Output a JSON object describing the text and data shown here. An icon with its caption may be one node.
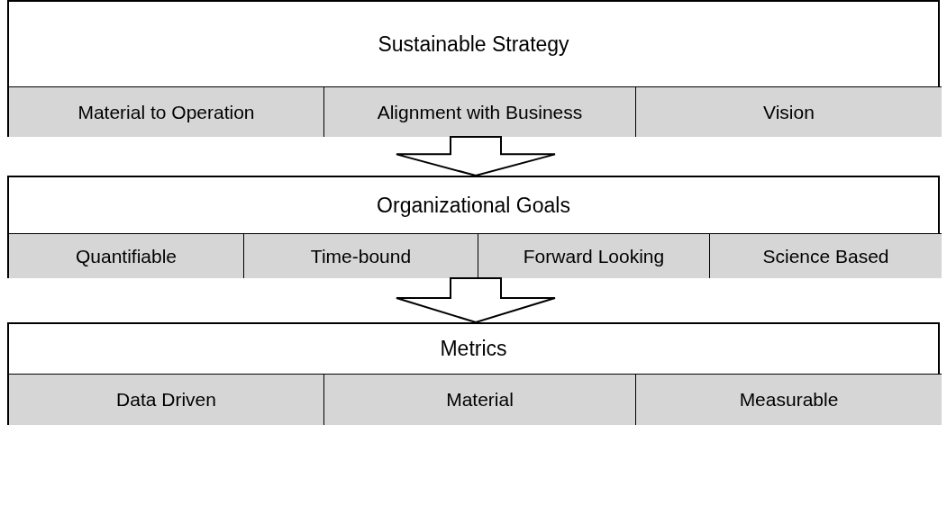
{
  "diagram": {
    "nodes": [
      {
        "text": [
          "Sustainable Strategy"
        ]
      },
      {
        "text": [
          "Material to Operation"
        ],
        "in": 0
      },
      {
        "text": [
          "Alignment with Business"
        ],
        "in": 0
      },
      {
        "text": [
          "Vision"
        ],
        "in": 0
      },
      {
        "text": [
          "Organizational Goals"
        ]
      },
      {
        "text": [
          "Quantifiable"
        ],
        "in": 4
      },
      {
        "text": [
          "Time-bound"
        ],
        "in": 4
      },
      {
        "text": [
          "Forward Looking"
        ],
        "in": 4
      },
      {
        "text": [
          "Science Based"
        ],
        "in": 4
      },
      {
        "text": [
          "Metrics"
        ]
      },
      {
        "text": [
          "Data Driven"
        ],
        "in": 9
      },
      {
        "text": [
          "Material"
        ],
        "in": 9
      },
      {
        "text": [
          "Measurable"
        ],
        "in": 9
      }
    ],
    "edges": [
      {
        "from": 0,
        "to": 4,
        "arrow": "to"
      },
      {
        "from": 4,
        "to": 9,
        "arrow": "to"
      }
    ]
  }
}
